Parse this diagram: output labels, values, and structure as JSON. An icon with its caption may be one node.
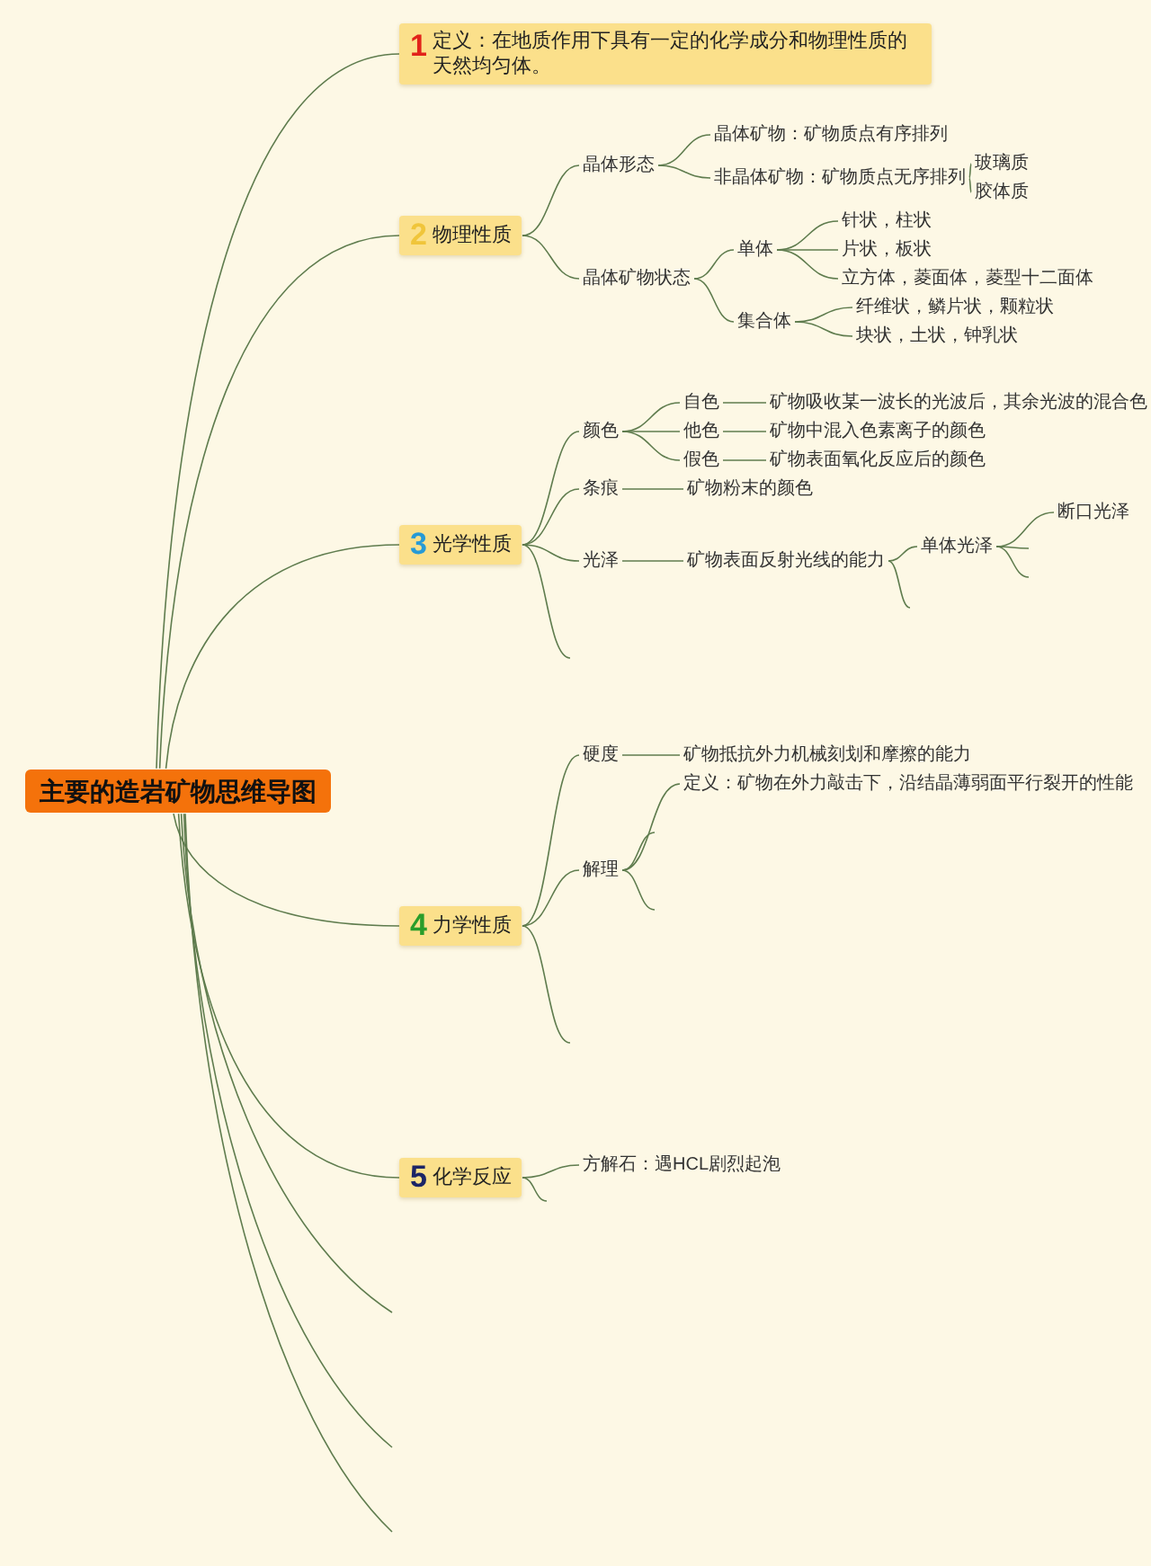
{
  "diagram": {
    "nodes": [
      {
        "text": [
          "主要的造岩矿物思维导图"
        ]
      },
      {
        "text": [
          "1",
          "定义：在地质作用下具有一定的化学成分和物理性质的天然均匀体。"
        ]
      },
      {
        "text": [
          "2",
          "物理性质"
        ]
      },
      {
        "text": [
          "晶体形态"
        ]
      },
      {
        "text": [
          "晶体矿物：矿物质点有序排列"
        ]
      },
      {
        "text": [
          "非晶体矿物：矿物质点无序排列"
        ]
      },
      {
        "text": [
          "玻璃质"
        ]
      },
      {
        "text": [
          "胶体质"
        ]
      },
      {
        "text": [
          "晶体矿物状态"
        ]
      },
      {
        "text": [
          "单体"
        ]
      },
      {
        "text": [
          "针状，柱状"
        ]
      },
      {
        "text": [
          "片状，板状"
        ]
      },
      {
        "text": [
          "立方体，菱面体，菱型十二面体"
        ]
      },
      {
        "text": [
          "集合体"
        ]
      },
      {
        "text": [
          "纤维状，鳞片状，颗粒状"
        ]
      },
      {
        "text": [
          "块状，土状，钟乳状"
        ]
      },
      {
        "text": [
          "3",
          "光学性质"
        ]
      },
      {
        "text": [
          "颜色"
        ]
      },
      {
        "text": [
          "自色"
        ]
      },
      {
        "text": [
          "矿物吸收某一波长的光波后，其余光波的混合色"
        ]
      },
      {
        "text": [
          "他色"
        ]
      },
      {
        "text": [
          "矿物中混入色素离子的颜色"
        ]
      },
      {
        "text": [
          "假色"
        ]
      },
      {
        "text": [
          "矿物表面氧化反应后的颜色"
        ]
      },
      {
        "text": [
          "条痕"
        ]
      },
      {
        "text": [
          "矿物粉末的颜色"
        ]
      },
      {
        "text": [
          "光泽"
        ]
      },
      {
        "text": [
          "矿物表面反射光线的能力"
        ]
      },
      {
        "text": [
          "单体光泽"
        ]
      },
      {
        "text": [
          "断口光泽"
        ]
      },
      {
        "text": [
          "4",
          "力学性质"
        ]
      },
      {
        "text": [
          "硬度"
        ]
      },
      {
        "text": [
          "矿物抵抗外力机械刻划和摩擦的能力"
        ]
      },
      {
        "text": [
          "解理"
        ]
      },
      {
        "text": [
          "定义：矿物在外力敲击下，沿结晶薄弱面平行裂开的性能"
        ]
      },
      {
        "text": [
          "5",
          "化学反应"
        ]
      },
      {
        "text": [
          "方解石：遇HCL剧烈起泡"
        ]
      }
    ],
    "edges": [
      {
        "from": 0,
        "to": 1,
        "arrow": "none"
      },
      {
        "from": 0,
        "to": 2,
        "arrow": "none"
      },
      {
        "from": 0,
        "to": 16,
        "arrow": "none"
      },
      {
        "from": 0,
        "to": 30,
        "arrow": "none"
      },
      {
        "from": 0,
        "to": 35,
        "arrow": "none"
      },
      {
        "from": 0,
        "to": null,
        "arrow": "none"
      },
      {
        "from": 0,
        "to": null,
        "arrow": "none"
      },
      {
        "from": 0,
        "to": null,
        "arrow": "none"
      },
      {
        "from": 2,
        "to": 3,
        "arrow": "none"
      },
      {
        "from": 3,
        "to": 4,
        "arrow": "none"
      },
      {
        "from": 3,
        "to": 5,
        "arrow": "none"
      },
      {
        "from": 5,
        "to": 6,
        "arrow": "none"
      },
      {
        "from": 5,
        "to": 7,
        "arrow": "none"
      },
      {
        "from": 2,
        "to": 8,
        "arrow": "none"
      },
      {
        "from": 8,
        "to": 9,
        "arrow": "none"
      },
      {
        "from": 9,
        "to": 10,
        "arrow": "none"
      },
      {
        "from": 9,
        "to": 11,
        "arrow": "none"
      },
      {
        "from": 9,
        "to": 12,
        "arrow": "none"
      },
      {
        "from": 8,
        "to": 13,
        "arrow": "none"
      },
      {
        "from": 13,
        "to": 14,
        "arrow": "none"
      },
      {
        "from": 13,
        "to": 15,
        "arrow": "none"
      },
      {
        "from": 16,
        "to": 17,
        "arrow": "none"
      },
      {
        "from": 17,
        "to": 18,
        "arrow": "none"
      },
      {
        "from": 18,
        "to": 19,
        "arrow": "none"
      },
      {
        "from": 17,
        "to": 20,
        "arrow": "none"
      },
      {
        "from": 20,
        "to": 21,
        "arrow": "none"
      },
      {
        "from": 17,
        "to": 22,
        "arrow": "none"
      },
      {
        "from": 22,
        "to": 23,
        "arrow": "none"
      },
      {
        "from": 16,
        "to": 24,
        "arrow": "none"
      },
      {
        "from": 24,
        "to": 25,
        "arrow": "none"
      },
      {
        "from": 16,
        "to": 26,
        "arrow": "none"
      },
      {
        "from": 26,
        "to": 27,
        "arrow": "none"
      },
      {
        "from": 27,
        "to": 28,
        "arrow": "none"
      },
      {
        "from": 28,
        "to": 29,
        "arrow": "none"
      },
      {
        "from": 28,
        "to": null,
        "arrow": "none"
      },
      {
        "from": 28,
        "to": null,
        "arrow": "none"
      },
      {
        "from": 27,
        "to": null,
        "arrow": "none"
      },
      {
        "from": 16,
        "to": null,
        "arrow": "none"
      },
      {
        "from": 30,
        "to": 31,
        "arrow": "none"
      },
      {
        "from": 31,
        "to": 32,
        "arrow": "none"
      },
      {
        "from": 30,
        "to": 33,
        "arrow": "none"
      },
      {
        "from": 33,
        "to": 34,
        "arrow": "none"
      },
      {
        "from": 33,
        "to": null,
        "arrow": "none"
      },
      {
        "from": 33,
        "to": null,
        "arrow": "none"
      },
      {
        "from": 30,
        "to": null,
        "arrow": "none"
      },
      {
        "from": 35,
        "to": 36,
        "arrow": "none"
      },
      {
        "from": 35,
        "to": null,
        "arrow": "none"
      }
    ]
  }
}
